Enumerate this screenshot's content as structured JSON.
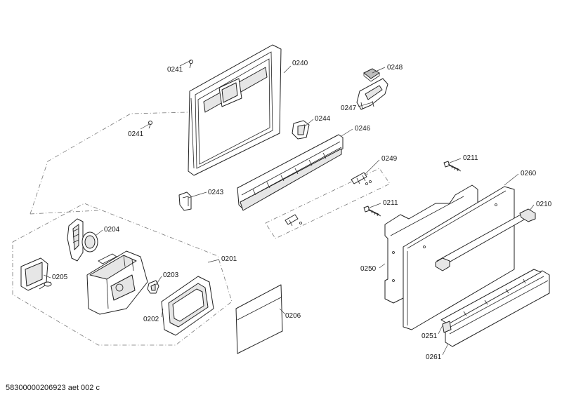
{
  "labels": {
    "p0240": "0240",
    "p0241a": "0241",
    "p0241b": "0241",
    "p0243": "0243",
    "p0244": "0244",
    "p0246": "0246",
    "p0247": "0247",
    "p0248": "0248",
    "p0249": "0249",
    "p0211a": "0211",
    "p0211b": "0211",
    "p0260": "0260",
    "p0210": "0210",
    "p0250": "0250",
    "p0251": "0251",
    "p0261": "0261",
    "p0204": "0204",
    "p0205": "0205",
    "p0203": "0203",
    "p0202": "0202",
    "p0201": "0201",
    "p0206": "0206"
  },
  "footer": "58300000206923 aet 002 c"
}
